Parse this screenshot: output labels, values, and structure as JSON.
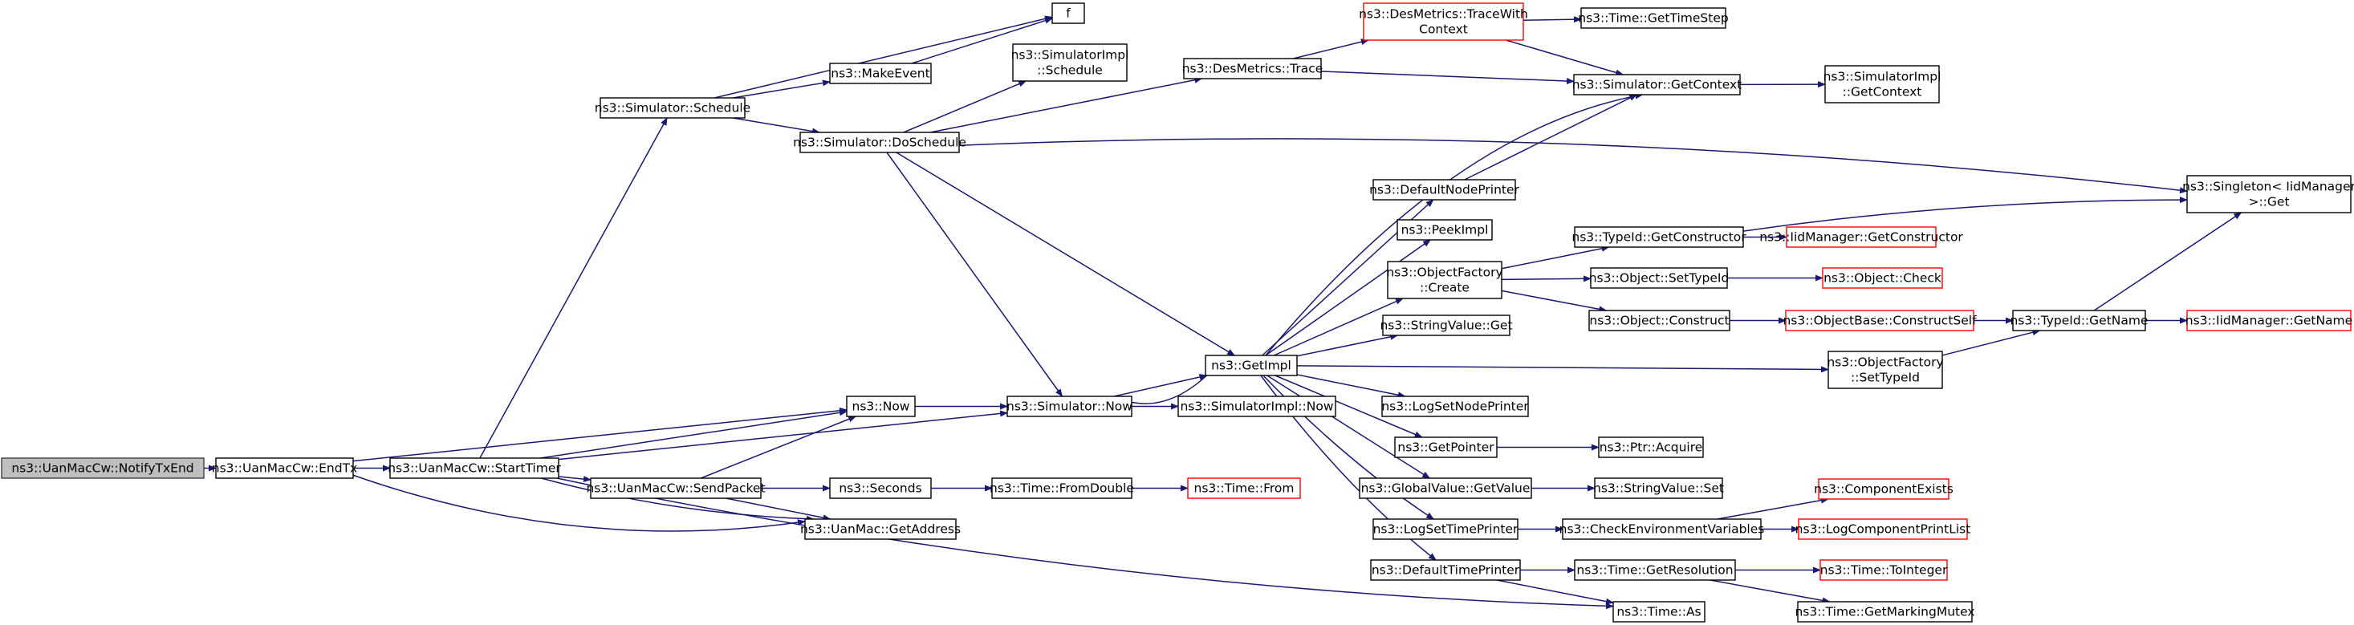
{
  "colors": {
    "edge": "#191970",
    "root_fill": "#bfbfbf",
    "truncated_border": "#ff0000",
    "normal_border": "#000000"
  },
  "nodes": {
    "notify": {
      "lines": [
        "ns3::UanMacCw::NotifyTxEnd"
      ],
      "style": "root"
    },
    "endtx": {
      "lines": [
        "ns3::UanMacCw::EndTx"
      ]
    },
    "starttimer": {
      "lines": [
        "ns3::UanMacCw::StartTimer"
      ]
    },
    "schedule": {
      "lines": [
        "ns3::Simulator::Schedule"
      ]
    },
    "f": {
      "lines": [
        "f"
      ]
    },
    "makeevent": {
      "lines": [
        "ns3::MakeEvent"
      ]
    },
    "doschedule": {
      "lines": [
        "ns3::Simulator::DoSchedule"
      ]
    },
    "implschedule": {
      "lines": [
        "ns3::SimulatorImpl",
        "::Schedule"
      ]
    },
    "destrace": {
      "lines": [
        "ns3::DesMetrics::Trace"
      ]
    },
    "destracectx": {
      "lines": [
        "ns3::DesMetrics::TraceWith",
        "Context"
      ],
      "style": "red"
    },
    "gettimestep": {
      "lines": [
        "ns3::Time::GetTimeStep"
      ]
    },
    "getcontext": {
      "lines": [
        "ns3::Simulator::GetContext"
      ]
    },
    "implgetctx": {
      "lines": [
        "ns3::SimulatorImpl",
        "::GetContext"
      ]
    },
    "singleton": {
      "lines": [
        "ns3::Singleton< IidManager",
        " >::Get"
      ]
    },
    "defnodeprinter": {
      "lines": [
        "ns3::DefaultNodePrinter"
      ]
    },
    "peekimpl": {
      "lines": [
        "ns3::PeekImpl"
      ]
    },
    "ofcreate": {
      "lines": [
        "ns3::ObjectFactory",
        "::Create"
      ]
    },
    "getctor": {
      "lines": [
        "ns3::TypeId::GetConstructor"
      ]
    },
    "iidgetctor": {
      "lines": [
        "ns3::IidManager::GetConstructor"
      ],
      "style": "red"
    },
    "settypeid": {
      "lines": [
        "ns3::Object::SetTypeId"
      ]
    },
    "objcheck": {
      "lines": [
        "ns3::Object::Check"
      ],
      "style": "red"
    },
    "construct": {
      "lines": [
        "ns3::Object::Construct"
      ]
    },
    "constructself": {
      "lines": [
        "ns3::ObjectBase::ConstructSelf"
      ],
      "style": "red"
    },
    "getname": {
      "lines": [
        "ns3::TypeId::GetName"
      ]
    },
    "iidgetname": {
      "lines": [
        "ns3::IidManager::GetName"
      ],
      "style": "red"
    },
    "strvalget": {
      "lines": [
        "ns3::StringValue::Get"
      ]
    },
    "getimpl": {
      "lines": [
        "ns3::GetImpl"
      ]
    },
    "ofsettypeid": {
      "lines": [
        "ns3::ObjectFactory",
        "::SetTypeId"
      ]
    },
    "now": {
      "lines": [
        "ns3::Now"
      ]
    },
    "simnow": {
      "lines": [
        "ns3::Simulator::Now"
      ]
    },
    "implnow": {
      "lines": [
        "ns3::SimulatorImpl::Now"
      ]
    },
    "lognodeprinter": {
      "lines": [
        "ns3::LogSetNodePrinter"
      ]
    },
    "getpointer": {
      "lines": [
        "ns3::GetPointer"
      ]
    },
    "ptracquire": {
      "lines": [
        "ns3::Ptr::Acquire"
      ]
    },
    "sendpacket": {
      "lines": [
        "ns3::UanMacCw::SendPacket"
      ]
    },
    "seconds": {
      "lines": [
        "ns3::Seconds"
      ]
    },
    "fromdouble": {
      "lines": [
        "ns3::Time::FromDouble"
      ]
    },
    "timefrom": {
      "lines": [
        "ns3::Time::From"
      ],
      "style": "red"
    },
    "gvgetvalue": {
      "lines": [
        "ns3::GlobalValue::GetValue"
      ]
    },
    "strvalset": {
      "lines": [
        "ns3::StringValue::Set"
      ]
    },
    "getaddress": {
      "lines": [
        "ns3::UanMac::GetAddress"
      ]
    },
    "compexists": {
      "lines": [
        "ns3::ComponentExists"
      ],
      "style": "red"
    },
    "logtimeprinter": {
      "lines": [
        "ns3::LogSetTimePrinter"
      ]
    },
    "checkenv": {
      "lines": [
        "ns3::CheckEnvironmentVariables"
      ]
    },
    "logcompprint": {
      "lines": [
        "ns3::LogComponentPrintList"
      ],
      "style": "red"
    },
    "deftimeprinter": {
      "lines": [
        "ns3::DefaultTimePrinter"
      ]
    },
    "getresolution": {
      "lines": [
        "ns3::Time::GetResolution"
      ]
    },
    "tointeger": {
      "lines": [
        "ns3::Time::ToInteger"
      ],
      "style": "red"
    },
    "timeas": {
      "lines": [
        "ns3::Time::As"
      ]
    },
    "markingmutex": {
      "lines": [
        "ns3::Time::GetMarkingMutex"
      ]
    }
  },
  "edges": [
    [
      "notify",
      "endtx"
    ],
    [
      "endtx",
      "now"
    ],
    [
      "endtx",
      "starttimer"
    ],
    [
      "endtx",
      "getaddress"
    ],
    [
      "starttimer",
      "schedule"
    ],
    [
      "starttimer",
      "now"
    ],
    [
      "starttimer",
      "simnow"
    ],
    [
      "starttimer",
      "sendpacket"
    ],
    [
      "starttimer",
      "getaddress"
    ],
    [
      "starttimer",
      "timeas"
    ],
    [
      "schedule",
      "f"
    ],
    [
      "schedule",
      "makeevent"
    ],
    [
      "schedule",
      "doschedule"
    ],
    [
      "makeevent",
      "f"
    ],
    [
      "doschedule",
      "implschedule"
    ],
    [
      "doschedule",
      "destrace"
    ],
    [
      "doschedule",
      "singleton"
    ],
    [
      "doschedule",
      "getimpl"
    ],
    [
      "doschedule",
      "simnow"
    ],
    [
      "destrace",
      "destracectx"
    ],
    [
      "destrace",
      "getcontext"
    ],
    [
      "destracectx",
      "gettimestep"
    ],
    [
      "destracectx",
      "getcontext"
    ],
    [
      "getcontext",
      "implgetctx"
    ],
    [
      "getimpl",
      "getcontext"
    ],
    [
      "getimpl",
      "defnodeprinter"
    ],
    [
      "getimpl",
      "peekimpl"
    ],
    [
      "getimpl",
      "ofcreate"
    ],
    [
      "getimpl",
      "strvalget"
    ],
    [
      "getimpl",
      "ofsettypeid"
    ],
    [
      "getimpl",
      "lognodeprinter"
    ],
    [
      "getimpl",
      "getpointer"
    ],
    [
      "getimpl",
      "gvgetvalue"
    ],
    [
      "getimpl",
      "logtimeprinter"
    ],
    [
      "getimpl",
      "deftimeprinter"
    ],
    [
      "getimpl",
      "simnow"
    ],
    [
      "defnodeprinter",
      "getcontext"
    ],
    [
      "ofcreate",
      "getctor"
    ],
    [
      "ofcreate",
      "settypeid"
    ],
    [
      "ofcreate",
      "construct"
    ],
    [
      "getctor",
      "iidgetctor"
    ],
    [
      "getctor",
      "singleton"
    ],
    [
      "settypeid",
      "objcheck"
    ],
    [
      "construct",
      "constructself"
    ],
    [
      "constructself",
      "getname"
    ],
    [
      "getname",
      "iidgetname"
    ],
    [
      "getname",
      "singleton"
    ],
    [
      "ofsettypeid",
      "getname"
    ],
    [
      "now",
      "simnow"
    ],
    [
      "simnow",
      "getimpl"
    ],
    [
      "simnow",
      "implnow"
    ],
    [
      "getpointer",
      "ptracquire"
    ],
    [
      "sendpacket",
      "now"
    ],
    [
      "sendpacket",
      "seconds"
    ],
    [
      "sendpacket",
      "getaddress"
    ],
    [
      "seconds",
      "fromdouble"
    ],
    [
      "fromdouble",
      "timefrom"
    ],
    [
      "gvgetvalue",
      "strvalset"
    ],
    [
      "logtimeprinter",
      "checkenv"
    ],
    [
      "checkenv",
      "compexists"
    ],
    [
      "checkenv",
      "logcompprint"
    ],
    [
      "deftimeprinter",
      "getresolution"
    ],
    [
      "deftimeprinter",
      "timeas"
    ],
    [
      "getresolution",
      "tointeger"
    ],
    [
      "getresolution",
      "markingmutex"
    ]
  ]
}
